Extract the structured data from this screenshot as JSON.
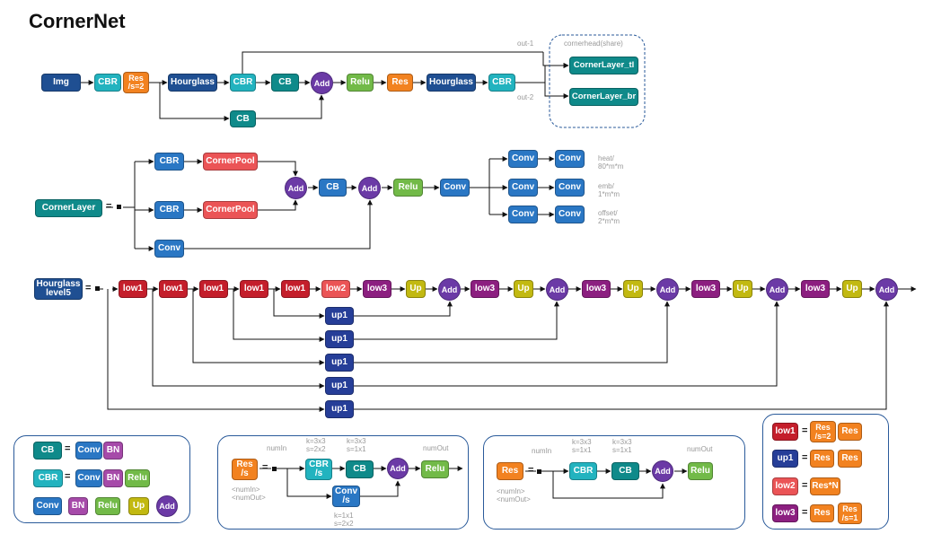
{
  "title": "CornerNet",
  "top": {
    "img": "Img",
    "cbr1": "CBR",
    "res_s2": "Res\n/s=2",
    "hg1": "Hourglass",
    "cbr2": "CBR",
    "cb1": "CB",
    "cb_skip": "CB",
    "add": "Add",
    "relu": "Relu",
    "res": "Res",
    "hg2": "Hourglass",
    "cbr3": "CBR",
    "out1": "out-1",
    "out2": "out-2",
    "share_label": "cornerhead(share)",
    "head_tl": "CornerLayer_tl",
    "head_br": "CornerLayer_br"
  },
  "corner": {
    "name": "CornerLayer",
    "eq": "=",
    "cbr_a": "CBR",
    "pool_a": "CornerPool",
    "cbr_b": "CBR",
    "pool_b": "CornerPool",
    "conv_skip": "Conv",
    "add1": "Add",
    "cb": "CB",
    "add2": "Add",
    "relu": "Relu",
    "conv": "Conv",
    "heads": [
      {
        "c1": "Conv",
        "c2": "Conv",
        "l1": "heat/",
        "l2": "80*m*m"
      },
      {
        "c1": "Conv",
        "c2": "Conv",
        "l1": "emb/",
        "l2": "1*m*m"
      },
      {
        "c1": "Conv",
        "c2": "Conv",
        "l1": "offset/",
        "l2": "2*m*m"
      }
    ]
  },
  "hourglass": {
    "name": "Hourglass\nlevel5",
    "eq": "=",
    "chain": [
      "low1",
      "low1",
      "low1",
      "low1",
      "low1",
      "low2",
      "low3",
      "Up",
      "Add",
      "low3",
      "Up",
      "Add",
      "low3",
      "Up",
      "Add",
      "low3",
      "Up",
      "Add",
      "low3",
      "Up",
      "Add"
    ],
    "ups": [
      "up1",
      "up1",
      "up1",
      "up1",
      "up1"
    ]
  },
  "legend": {
    "cb": "CB",
    "cbr": "CBR",
    "eq": "=",
    "conv": "Conv",
    "bn": "BN",
    "relu": "Relu",
    "up": "Up",
    "add": "Add"
  },
  "res_s": {
    "res": "Res\n/s",
    "eq": "=",
    "cbr": "CBR\n/s",
    "cb": "CB",
    "add": "Add",
    "relu": "Relu",
    "conv": "Conv\n/s",
    "numin": "numIn",
    "numout": "numOut",
    "k1": "k=3x3",
    "s1": "s=2x2",
    "k2": "k=3x3",
    "s2": "s=1x1",
    "k3": "k=1x1",
    "s3": "s=2x2",
    "sig1": "<numIn>",
    "sig2": "<numOut>"
  },
  "res_plain": {
    "res": "Res",
    "eq": "=",
    "cbr": "CBR",
    "cb": "CB",
    "add": "Add",
    "relu": "Relu",
    "numin": "numIn",
    "numout": "numOut",
    "k1": "k=3x3",
    "s1": "s=1x1",
    "k2": "k=3x3",
    "s2": "s=1x1",
    "sig1": "<numIn>",
    "sig2": "<numOut>"
  },
  "defs": {
    "low1": "low1",
    "up1": "up1",
    "low2": "low2",
    "low3": "low3",
    "eq": "=",
    "res_s2": "Res\n/s=2",
    "res": "Res",
    "res_n": "Res*N",
    "res_s1": "Res\n/s=1"
  },
  "colors": {
    "navy": "#1f4f92",
    "cyan": "#22b3bf",
    "teal": "#0f8a8a",
    "orange": "#f28220",
    "blue": "#2a77c4",
    "green": "#72ba48",
    "red": "#eb5456",
    "dark_red": "#c41e2b",
    "magenta": "#8c1f80",
    "lime": "#c2b911",
    "dark_blue": "#263e98",
    "purple": "#6b3aa6",
    "pink": "#a64aa9"
  }
}
